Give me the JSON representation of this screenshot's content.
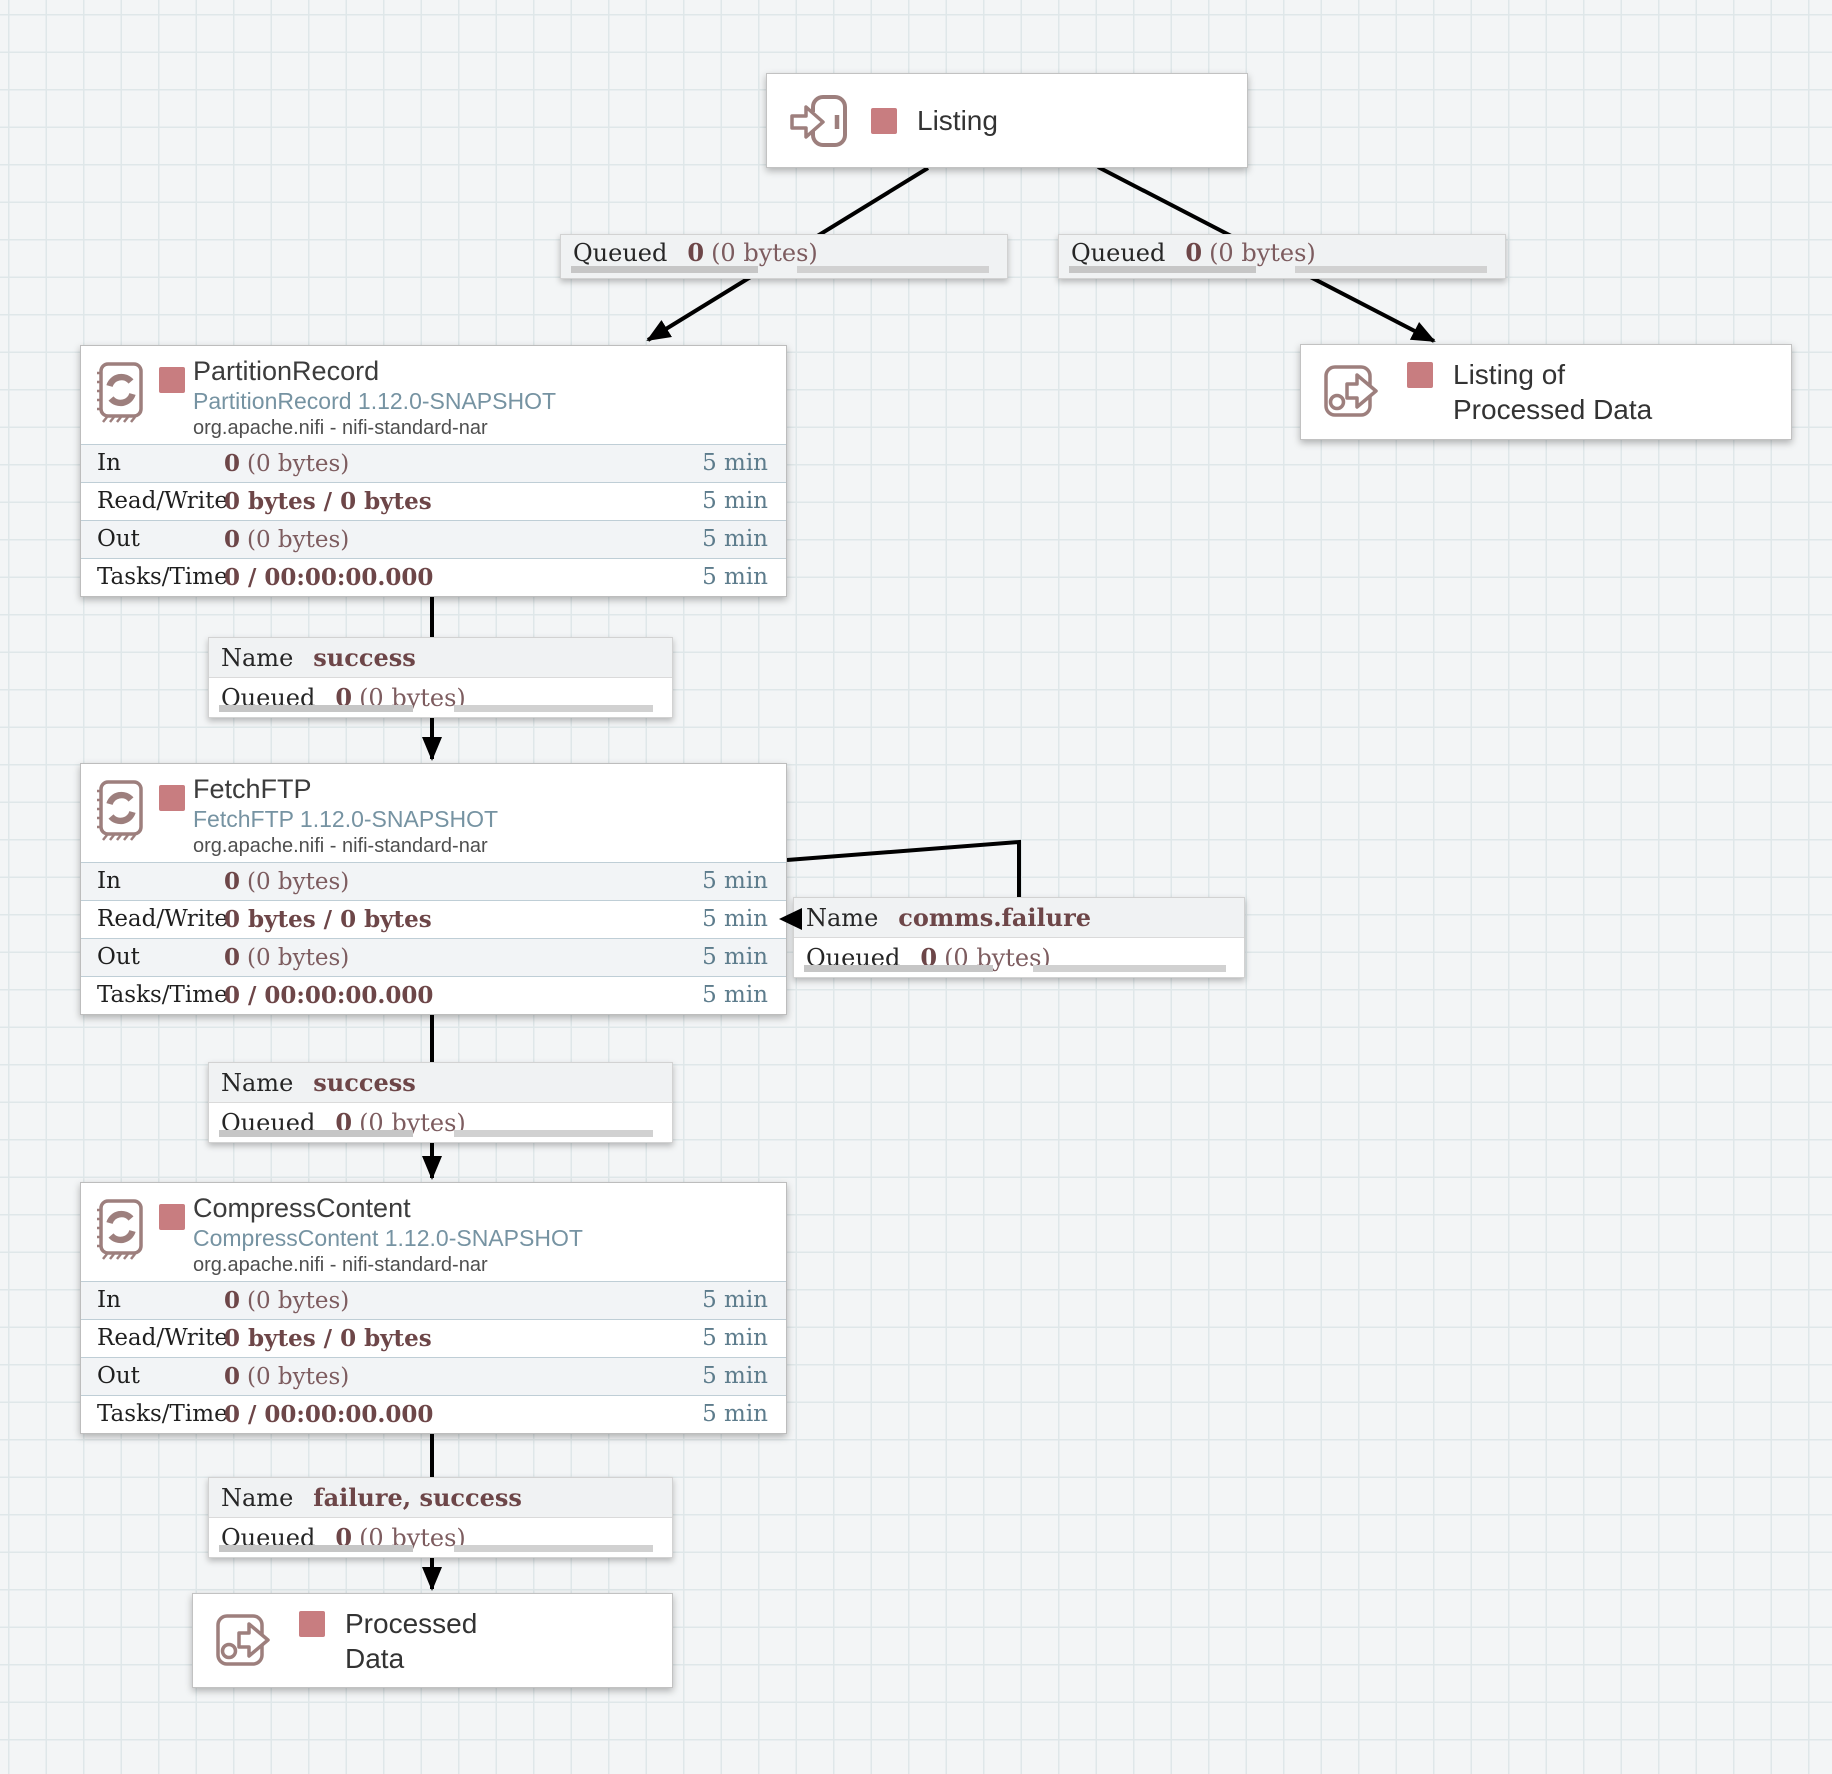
{
  "colors": {
    "accent_status": "#c87d80",
    "icon_stroke": "#9d7f7d",
    "version_text": "#7693a2",
    "time_text": "#5d7c8c",
    "value_text": "#6d4648"
  },
  "ports": {
    "listing": {
      "type": "input",
      "label": "Listing"
    },
    "listing_of_processed_data": {
      "type": "output",
      "label_line1": "Listing of",
      "label_line2": "Processed Data"
    },
    "processed_data": {
      "type": "output",
      "label_line1": "Processed",
      "label_line2": "Data"
    }
  },
  "processors": [
    {
      "title": "PartitionRecord",
      "version": "PartitionRecord 1.12.0-SNAPSHOT",
      "bundle": "org.apache.nifi - nifi-standard-nar",
      "stats": [
        {
          "label": "In",
          "bold": "0",
          "rest": "(0 bytes)",
          "time": "5 min"
        },
        {
          "label": "Read/Write",
          "bold": "0 bytes / 0 bytes",
          "rest": "",
          "time": "5 min"
        },
        {
          "label": "Out",
          "bold": "0",
          "rest": "(0 bytes)",
          "time": "5 min"
        },
        {
          "label": "Tasks/Time",
          "bold": "0 / 00:00:00.000",
          "rest": "",
          "time": "5 min"
        }
      ]
    },
    {
      "title": "FetchFTP",
      "version": "FetchFTP 1.12.0-SNAPSHOT",
      "bundle": "org.apache.nifi - nifi-standard-nar",
      "stats": [
        {
          "label": "In",
          "bold": "0",
          "rest": "(0 bytes)",
          "time": "5 min"
        },
        {
          "label": "Read/Write",
          "bold": "0 bytes / 0 bytes",
          "rest": "",
          "time": "5 min"
        },
        {
          "label": "Out",
          "bold": "0",
          "rest": "(0 bytes)",
          "time": "5 min"
        },
        {
          "label": "Tasks/Time",
          "bold": "0 / 00:00:00.000",
          "rest": "",
          "time": "5 min"
        }
      ]
    },
    {
      "title": "CompressContent",
      "version": "CompressContent 1.12.0-SNAPSHOT",
      "bundle": "org.apache.nifi - nifi-standard-nar",
      "stats": [
        {
          "label": "In",
          "bold": "0",
          "rest": "(0 bytes)",
          "time": "5 min"
        },
        {
          "label": "Read/Write",
          "bold": "0 bytes / 0 bytes",
          "rest": "",
          "time": "5 min"
        },
        {
          "label": "Out",
          "bold": "0",
          "rest": "(0 bytes)",
          "time": "5 min"
        },
        {
          "label": "Tasks/Time",
          "bold": "0 / 00:00:00.000",
          "rest": "",
          "time": "5 min"
        }
      ]
    }
  ],
  "connections": [
    {
      "id": "listing-to-partitionrecord",
      "queued_key": "Queued",
      "queued_value": "0",
      "queued_suffix": "(0 bytes)"
    },
    {
      "id": "listing-to-listing-of-processed",
      "queued_key": "Queued",
      "queued_value": "0",
      "queued_suffix": "(0 bytes)"
    },
    {
      "id": "partitionrecord-to-fetchftp",
      "name_key": "Name",
      "name_value": "success",
      "queued_key": "Queued",
      "queued_value": "0",
      "queued_suffix": "(0 bytes)"
    },
    {
      "id": "fetchftp-comms-failure-loop",
      "name_key": "Name",
      "name_value": "comms.failure",
      "queued_key": "Queued",
      "queued_value": "0",
      "queued_suffix": "(0 bytes)"
    },
    {
      "id": "fetchftp-to-compresscontent",
      "name_key": "Name",
      "name_value": "success",
      "queued_key": "Queued",
      "queued_value": "0",
      "queued_suffix": "(0 bytes)"
    },
    {
      "id": "compresscontent-to-processed-data",
      "name_key": "Name",
      "name_value": "failure, success",
      "queued_key": "Queued",
      "queued_value": "0",
      "queued_suffix": "(0 bytes)"
    }
  ]
}
